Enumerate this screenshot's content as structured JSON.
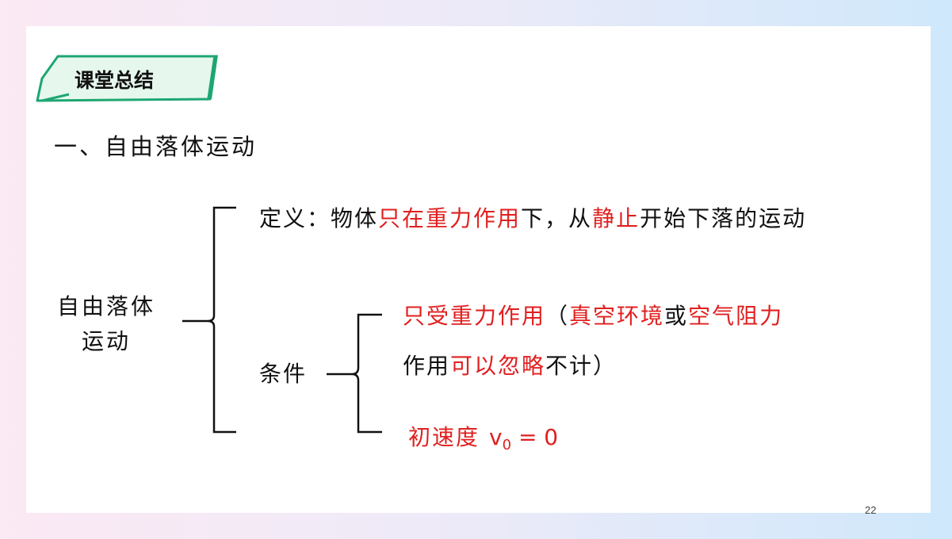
{
  "badge": {
    "label": "课堂总结"
  },
  "heading": "一、自由落体运动",
  "term": {
    "line1": "自由落体",
    "line2": "运动"
  },
  "definition": {
    "label": "定义：",
    "parts": [
      {
        "text": "物体",
        "red": false
      },
      {
        "text": "只在重力作用",
        "red": true
      },
      {
        "text": "下，从",
        "red": false
      },
      {
        "text": "静止",
        "red": true
      },
      {
        "text": "开始下落的运动",
        "red": false
      }
    ]
  },
  "condition": {
    "label": "条件",
    "item1_line1": [
      {
        "text": "只受重力作用",
        "red": true
      },
      {
        "text": "（",
        "red": false
      },
      {
        "text": "真空环境",
        "red": true
      },
      {
        "text": "或",
        "red": false
      },
      {
        "text": "空气阻力",
        "red": true
      }
    ],
    "item1_line2": [
      {
        "text": "作用",
        "red": false
      },
      {
        "text": "可以忽略",
        "red": true
      },
      {
        "text": "不计）",
        "red": false
      }
    ],
    "item2": {
      "label": "初速度",
      "var": "v",
      "sub": "0",
      "eq": " = 0"
    }
  },
  "page_number": "22",
  "colors": {
    "accent": "#e02020",
    "badge_fill": "#e6f7ee",
    "badge_border": "#1ea672"
  }
}
